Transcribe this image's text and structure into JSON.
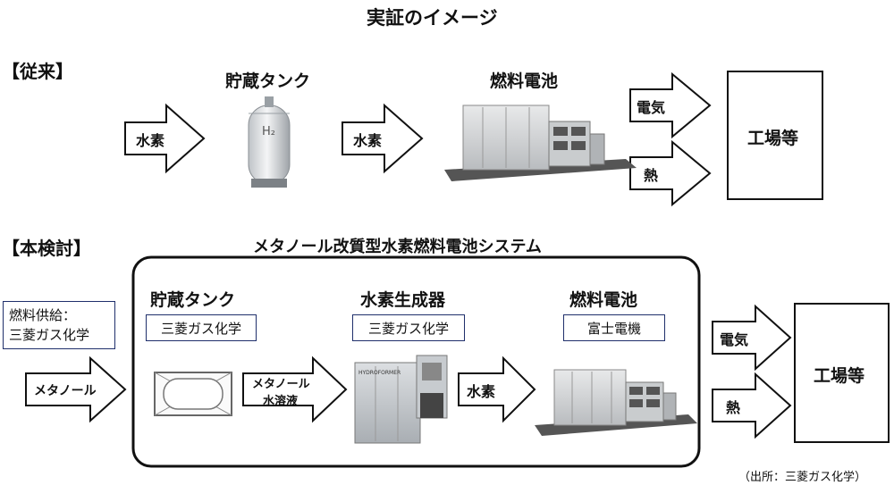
{
  "title": "実証のイメージ",
  "conventional": {
    "section_label": "【従来】",
    "tank_label": "貯蔵タンク",
    "fuel_cell_label": "燃料電池",
    "arrow_hydrogen_1": "水素",
    "arrow_hydrogen_2": "水素",
    "arrow_electricity": "電気",
    "arrow_heat": "熱",
    "factory": "工場等"
  },
  "study": {
    "section_label": "【本検討】",
    "system_title": "メタノール改質型水素燃料電池システム",
    "fuel_supply_line1": "燃料供給：",
    "fuel_supply_line2": "三菱ガス化学",
    "arrow_methanol": "メタノール",
    "tank_label": "貯蔵タンク",
    "tank_maker": "三菱ガス化学",
    "arrow_methanol_solution_line1": "メタノール",
    "arrow_methanol_solution_line2": "水溶液",
    "reformer_label": "水素生成器",
    "reformer_maker": "三菱ガス化学",
    "arrow_hydrogen": "水素",
    "fuel_cell_label": "燃料電池",
    "fuel_cell_maker": "富士電機",
    "arrow_electricity": "電気",
    "arrow_heat": "熱",
    "factory": "工場等",
    "reformer_brand": "HYDROFORMER"
  },
  "source": "（出所：三菱ガス化学）",
  "tank_symbol": "H₂"
}
